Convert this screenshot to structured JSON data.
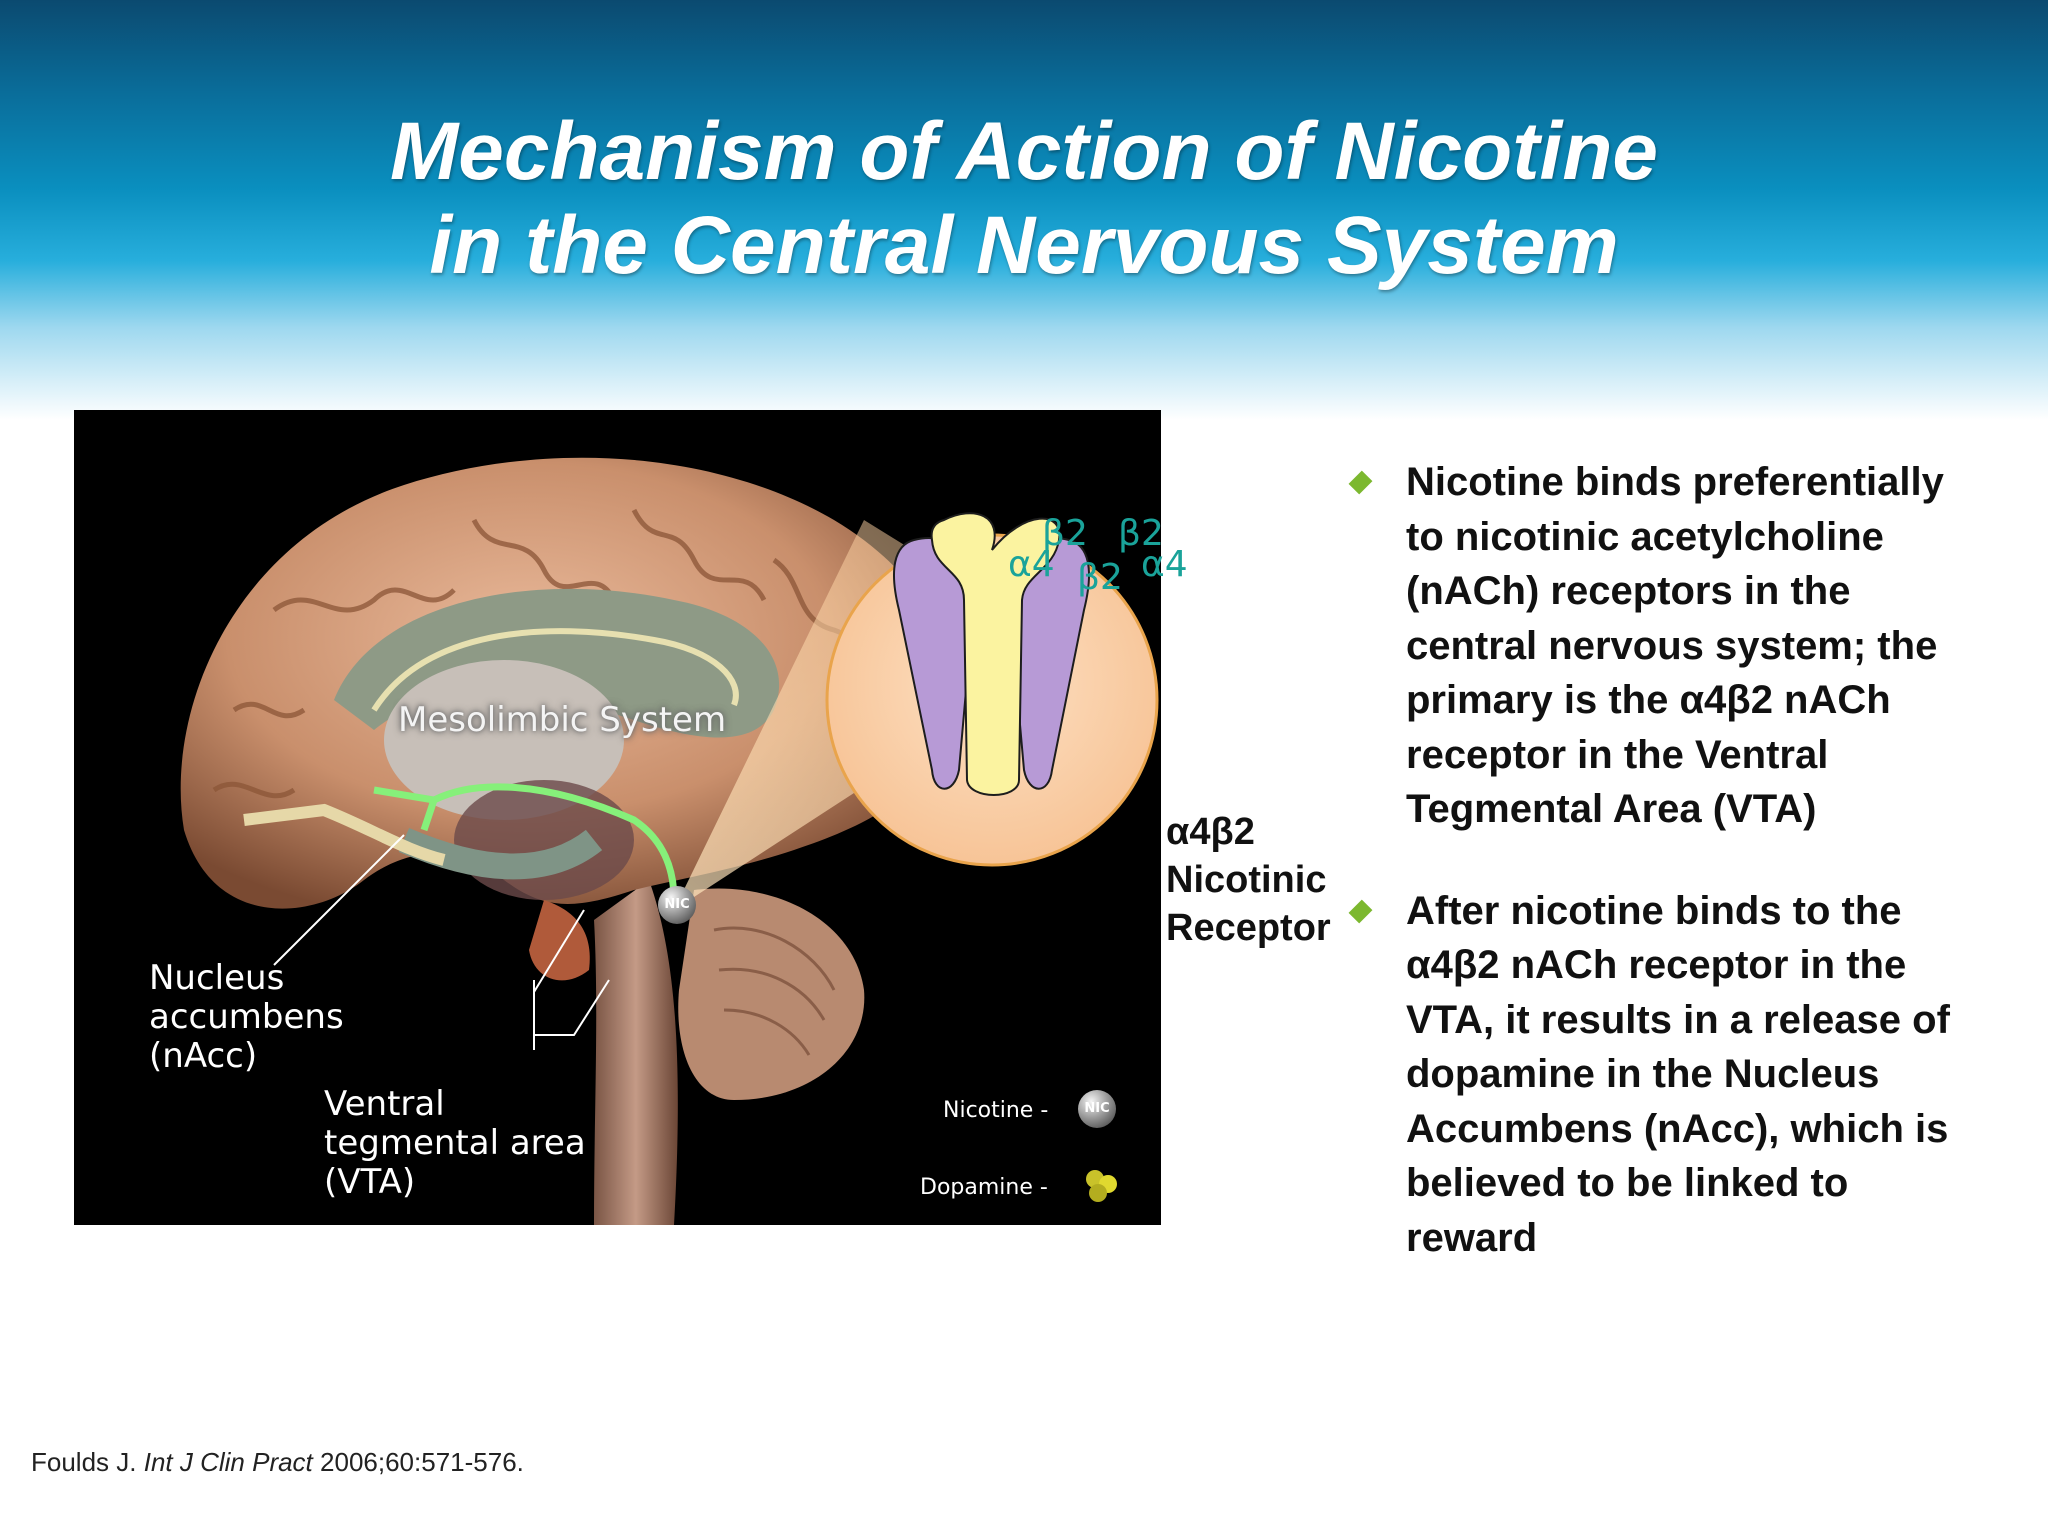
{
  "slide": {
    "title_line1": "Mechanism of Action of Nicotine",
    "title_line2": "in the Central Nervous System",
    "colors": {
      "title": "#ffffff",
      "header_dark": "#0b4a70",
      "header_mid": "#0a8fbf",
      "bullet_marker": "#7cb82f",
      "receptor_label_text": "#1aa39a"
    }
  },
  "figure": {
    "mesolimbic_label": "Mesolimbic System",
    "nucleus_label_line1": "Nucleus",
    "nucleus_label_line2": "accumbens",
    "nucleus_label_line3": "(nAcc)",
    "vta_label_line1": "Ventral",
    "vta_label_line2": "tegmental area",
    "vta_label_line3": "(VTA)",
    "nic_marker": "NIC",
    "legend_nicotine": "Nicotine -",
    "legend_dopamine": "Dopamine -",
    "subunit_a4_left": "α4",
    "subunit_b2_top_left": "β2",
    "subunit_b2_top_right": "β2",
    "subunit_b2_center": "β2",
    "subunit_a4_right": "α4"
  },
  "receptor_caption": {
    "line1": "α4β2",
    "line2": "Nicotinic",
    "line3": "Receptor"
  },
  "bullets": [
    {
      "text": "Nicotine binds preferentially to nicotinic acetylcholine (nACh) receptors in the central nervous system; the primary is the α4β2 nACh receptor in the Ventral Tegmental Area (VTA)"
    },
    {
      "text": "After nicotine binds to the α4β2 nACh receptor in the VTA, it results in a release of dopamine in the Nucleus Accumbens (nAcc), which is believed to be linked to reward"
    }
  ],
  "citation": {
    "author": "Foulds J.",
    "journal": "Int J Clin Pract",
    "ref": "2006;60:571-576."
  }
}
